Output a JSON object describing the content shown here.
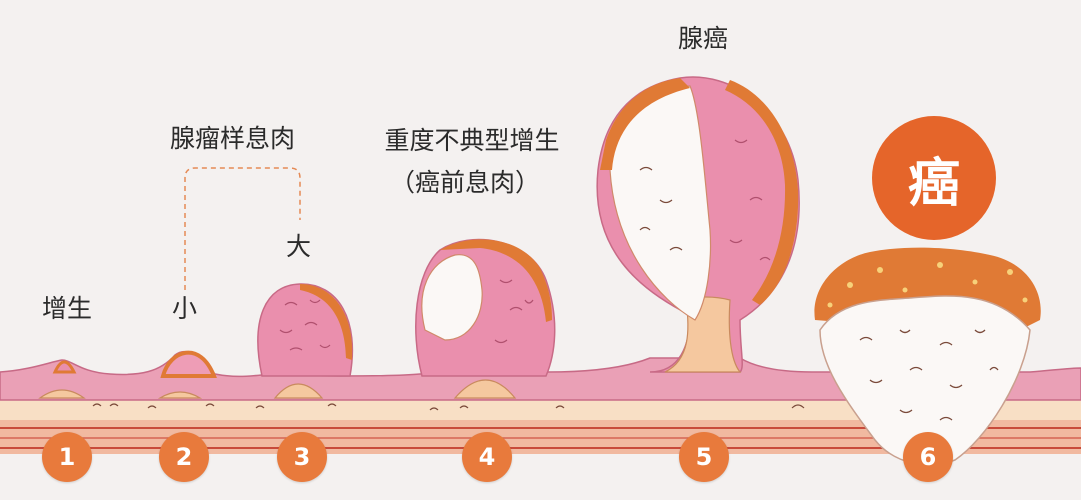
{
  "labels": {
    "hyperplasia": "增生",
    "adenoma_group": "腺瘤样息肉",
    "small": "小",
    "large": "大",
    "dysplasia_line1": "重度不典型增生",
    "dysplasia_line2": "（癌前息肉）",
    "adenocarcinoma": "腺癌"
  },
  "cancer_badge": "癌",
  "stages": [
    "1",
    "2",
    "3",
    "4",
    "5",
    "6"
  ],
  "colors": {
    "orange": "#e5652a",
    "pink": "#e98fac",
    "light_pink": "#f3b9ca",
    "peach": "#f7ddc0",
    "tissue_white": "#fbf8f6",
    "crust_orange": "#e07a35"
  }
}
